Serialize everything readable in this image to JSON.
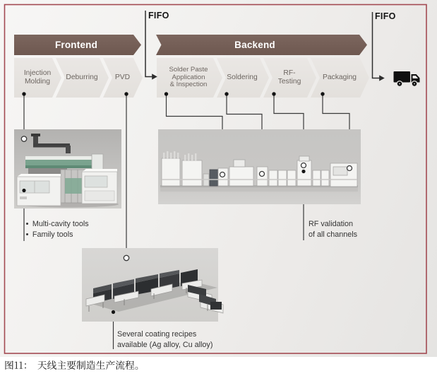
{
  "page": {
    "caption": "图11：天线主要制造生产流程。"
  },
  "diagram": {
    "fifo_in": "FIFO",
    "fifo_out": "FIFO",
    "stages": {
      "frontend": "Frontend",
      "backend": "Backend"
    },
    "frontend_steps": [
      {
        "label": "Injection\nMolding"
      },
      {
        "label": "Deburring"
      },
      {
        "label": "PVD"
      }
    ],
    "backend_steps": [
      {
        "label": "Solder Paste\nApplication\n& Inspection"
      },
      {
        "label": "Soldering"
      },
      {
        "label": "RF-\nTesting"
      },
      {
        "label": "Packaging"
      }
    ],
    "annotations": {
      "injection_items": [
        "Multi-cavity tools",
        "Family tools"
      ],
      "rf": "RF validation\nof all channels",
      "coating": "Several coating recipes\navailable (Ag alloy, Cu alloy)"
    },
    "icons": {
      "truck": "truck-icon",
      "markers": [
        "connector-dot",
        "machine-ring"
      ]
    },
    "colors": {
      "banner_brown": "#745e56",
      "chevron_gray": "#e7e4e1",
      "frame_red": "#a34a52",
      "connector_gray": "#3a3a3a",
      "caption_black": "#1b1b1b"
    }
  }
}
